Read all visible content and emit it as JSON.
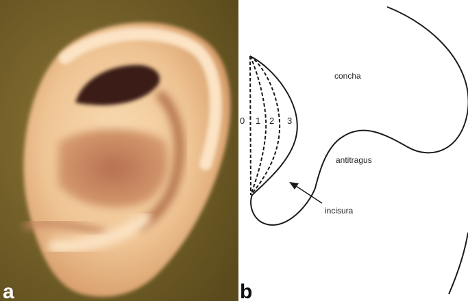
{
  "panels": {
    "a": {
      "letter": "a"
    },
    "b": {
      "letter": "b",
      "labels": {
        "concha": "concha",
        "antitragus": "antitragus",
        "incisura": "incisura"
      },
      "grades": [
        "0",
        "1",
        "2",
        "3"
      ]
    }
  },
  "colors": {
    "photo_background": "#6e5a26",
    "skin_light": "#f6d4a8",
    "skin_mid": "#e6b07c",
    "skin_shadow": "#b5754e",
    "ear_canal": "#3b1c14",
    "line": "#1a1a1a"
  }
}
